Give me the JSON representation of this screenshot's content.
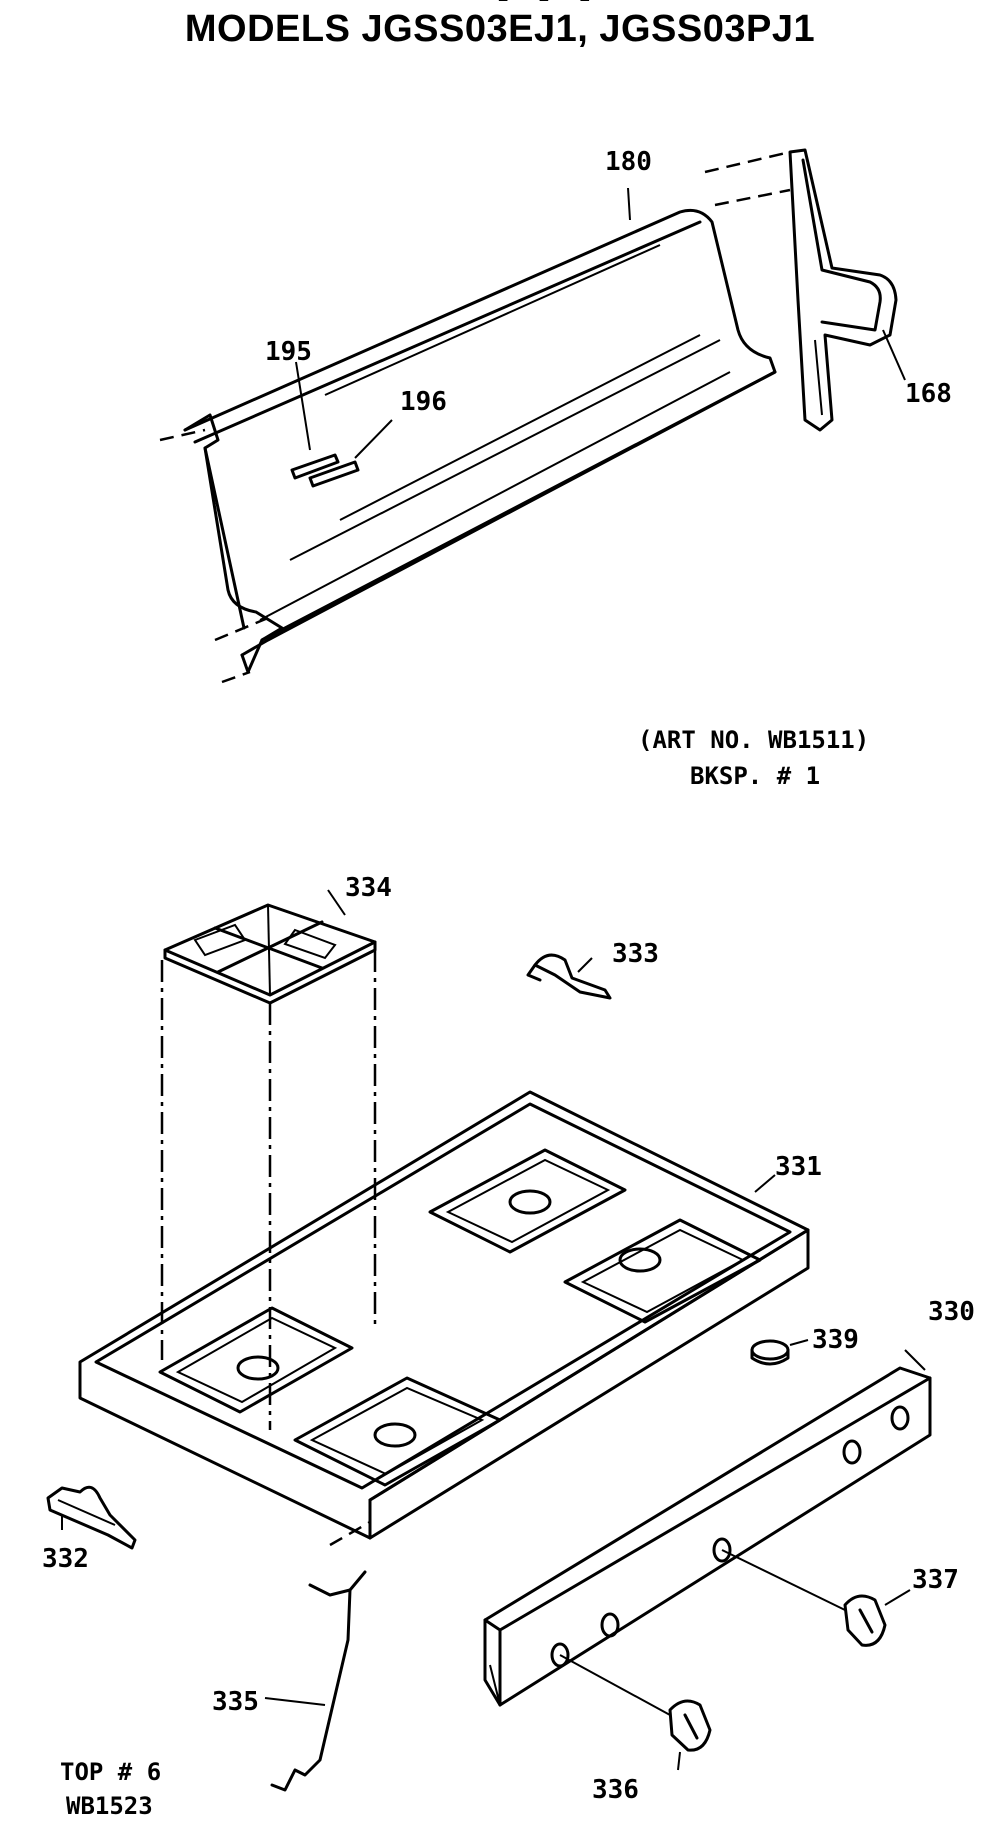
{
  "header": {
    "title_top_fragment": "' - - - ' '' '",
    "title": "MODELS JGSS03EJ1, JGSS03PJ1"
  },
  "backsplash": {
    "art_note": "(ART NO. WB1511)",
    "bksp_note": "BKSP. # 1",
    "parts": {
      "p180": "180",
      "p195": "195",
      "p196": "196",
      "p168": "168"
    }
  },
  "cooktop": {
    "top_note": "TOP # 6",
    "art_no": "WB1523",
    "parts": {
      "p334": "334",
      "p333": "333",
      "p331": "331",
      "p330": "330",
      "p339": "339",
      "p332": "332",
      "p337": "337",
      "p335": "335",
      "p336": "336"
    }
  }
}
